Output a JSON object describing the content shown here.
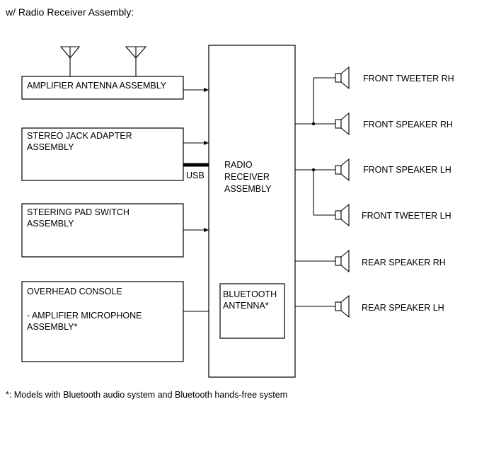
{
  "title": "w/ Radio Receiver Assembly:",
  "left_components": {
    "amplifier_antenna": "AMPLIFIER ANTENNA ASSEMBLY",
    "stereo_jack": [
      "STEREO JACK ADAPTER",
      "ASSEMBLY"
    ],
    "usb_label": "USB",
    "steering_pad": [
      "STEERING PAD SWITCH",
      "ASSEMBLY"
    ],
    "overhead_console": "OVERHEAD CONSOLE",
    "amp_microphone": [
      "- AMPLIFIER MICROPHONE",
      "ASSEMBLY*"
    ]
  },
  "radio_receiver": [
    "RADIO",
    "RECEIVER",
    "ASSEMBLY"
  ],
  "bluetooth_antenna": [
    "BLUETOOTH",
    "ANTENNA*"
  ],
  "speakers": [
    "FRONT TWEETER RH",
    "FRONT SPEAKER RH",
    "FRONT SPEAKER LH",
    "FRONT TWEETER LH",
    "REAR SPEAKER RH",
    "REAR SPEAKER LH"
  ],
  "footnote": "*: Models with Bluetooth audio system and Bluetooth hands-free system"
}
